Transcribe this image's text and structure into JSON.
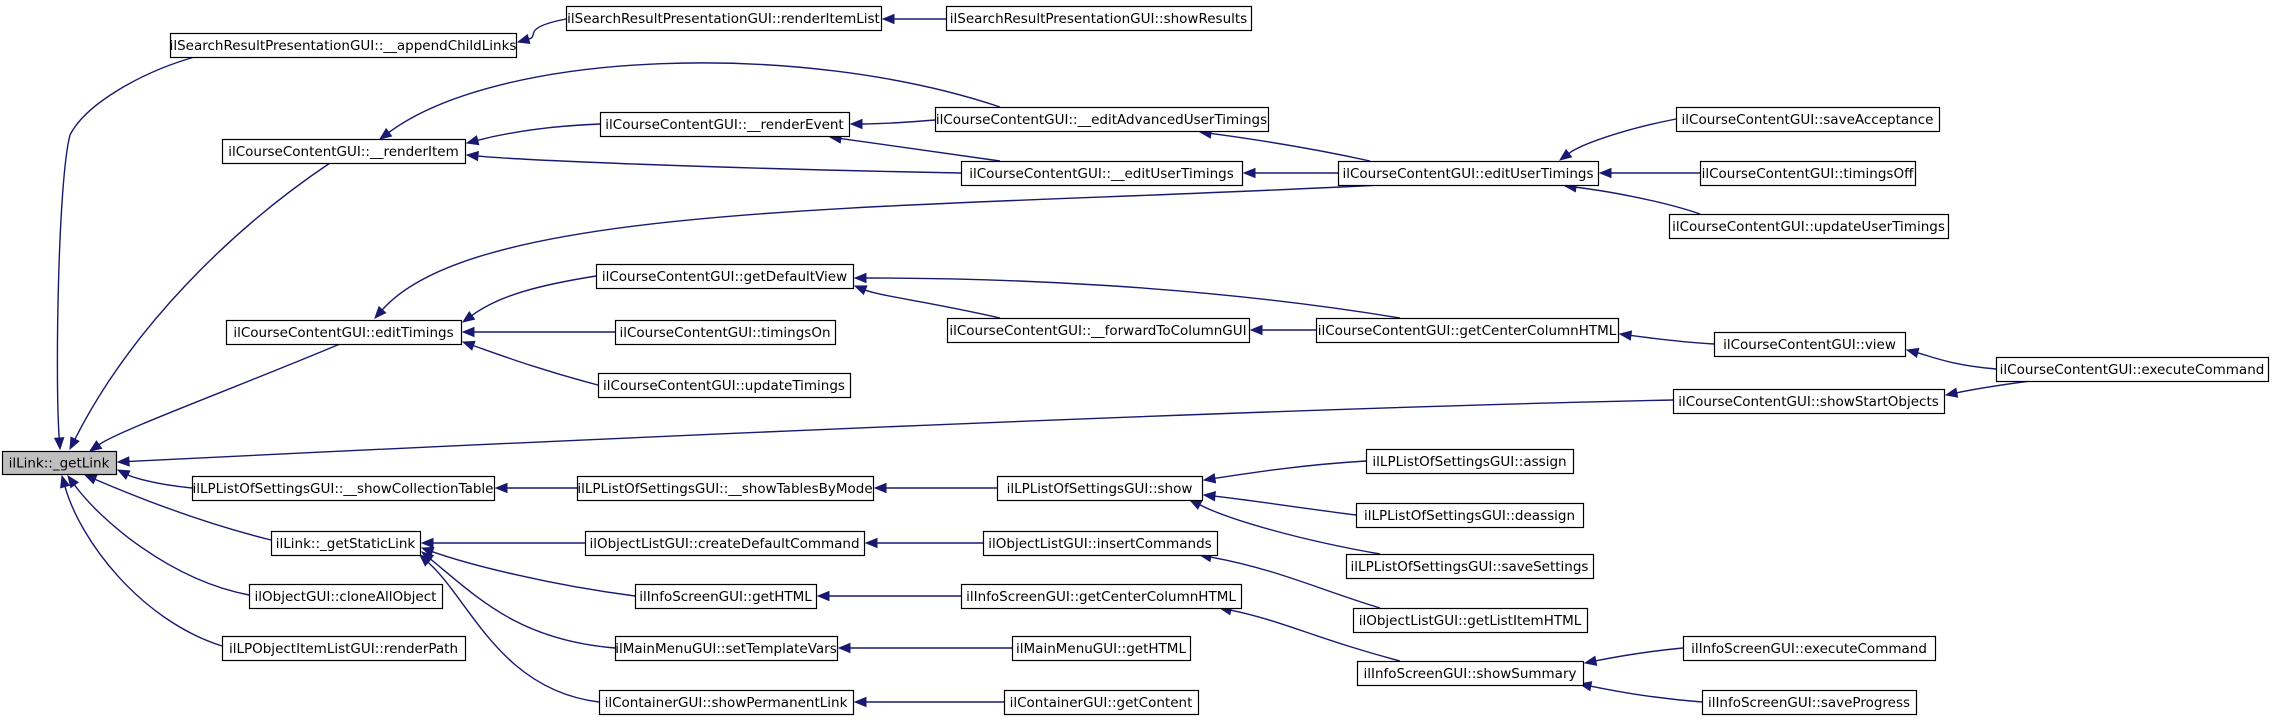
{
  "diagram": {
    "type": "call-graph",
    "colors": {
      "edge": "#191970",
      "node_border": "#000000",
      "node_fill": "#ffffff",
      "root_fill": "#bfbfbf"
    },
    "nodes": [
      {
        "id": "getLink",
        "label": "ilLink::_getLink"
      },
      {
        "id": "appendChildLinks",
        "label": "ilSearchResultPresentationGUI::__appendChildLinks"
      },
      {
        "id": "renderItemList",
        "label": "ilSearchResultPresentationGUI::renderItemList"
      },
      {
        "id": "showResults",
        "label": "ilSearchResultPresentationGUI::showResults"
      },
      {
        "id": "renderItem",
        "label": "ilCourseContentGUI::__renderItem"
      },
      {
        "id": "renderEvent",
        "label": "ilCourseContentGUI::__renderEvent"
      },
      {
        "id": "editAdvancedUserTimings",
        "label": "ilCourseContentGUI::__editAdvancedUserTimings"
      },
      {
        "id": "editUserTimingsPriv",
        "label": "ilCourseContentGUI::__editUserTimings"
      },
      {
        "id": "editUserTimings",
        "label": "ilCourseContentGUI::editUserTimings"
      },
      {
        "id": "saveAcceptance",
        "label": "ilCourseContentGUI::saveAcceptance"
      },
      {
        "id": "timingsOff",
        "label": "ilCourseContentGUI::timingsOff"
      },
      {
        "id": "updateUserTimings",
        "label": "ilCourseContentGUI::updateUserTimings"
      },
      {
        "id": "editTimings",
        "label": "ilCourseContentGUI::editTimings"
      },
      {
        "id": "getDefaultView",
        "label": "ilCourseContentGUI::getDefaultView"
      },
      {
        "id": "timingsOn",
        "label": "ilCourseContentGUI::timingsOn"
      },
      {
        "id": "updateTimings",
        "label": "ilCourseContentGUI::updateTimings"
      },
      {
        "id": "forwardToColumnGUI",
        "label": "ilCourseContentGUI::__forwardToColumnGUI"
      },
      {
        "id": "getCenterColumnHTML",
        "label": "ilCourseContentGUI::getCenterColumnHTML"
      },
      {
        "id": "view",
        "label": "ilCourseContentGUI::view"
      },
      {
        "id": "executeCommand",
        "label": "ilCourseContentGUI::executeCommand"
      },
      {
        "id": "showStartObjects",
        "label": "ilCourseContentGUI::showStartObjects"
      },
      {
        "id": "showCollectionTable",
        "label": "ilLPListOfSettingsGUI::__showCollectionTable"
      },
      {
        "id": "showTablesByMode",
        "label": "ilLPListOfSettingsGUI::__showTablesByMode"
      },
      {
        "id": "lpShow",
        "label": "ilLPListOfSettingsGUI::show"
      },
      {
        "id": "lpAssign",
        "label": "ilLPListOfSettingsGUI::assign"
      },
      {
        "id": "lpDeassign",
        "label": "ilLPListOfSettingsGUI::deassign"
      },
      {
        "id": "lpSaveSettings",
        "label": "ilLPListOfSettingsGUI::saveSettings"
      },
      {
        "id": "getStaticLink",
        "label": "ilLink::_getStaticLink"
      },
      {
        "id": "createDefaultCommand",
        "label": "ilObjectListGUI::createDefaultCommand"
      },
      {
        "id": "insertCommands",
        "label": "ilObjectListGUI::insertCommands"
      },
      {
        "id": "getListItemHTML",
        "label": "ilObjectListGUI::getListItemHTML"
      },
      {
        "id": "infoGetHTML",
        "label": "ilInfoScreenGUI::getHTML"
      },
      {
        "id": "infoGetCenterColumnHTML",
        "label": "ilInfoScreenGUI::getCenterColumnHTML"
      },
      {
        "id": "showSummary",
        "label": "ilInfoScreenGUI::showSummary"
      },
      {
        "id": "infoExecuteCommand",
        "label": "ilInfoScreenGUI::executeCommand"
      },
      {
        "id": "saveProgress",
        "label": "ilInfoScreenGUI::saveProgress"
      },
      {
        "id": "setTemplateVars",
        "label": "ilMainMenuGUI::setTemplateVars"
      },
      {
        "id": "mainMenuGetHTML",
        "label": "ilMainMenuGUI::getHTML"
      },
      {
        "id": "showPermanentLink",
        "label": "ilContainerGUI::showPermanentLink"
      },
      {
        "id": "getContent",
        "label": "ilContainerGUI::getContent"
      },
      {
        "id": "cloneAllObject",
        "label": "ilObjectGUI::cloneAllObject"
      },
      {
        "id": "renderPath",
        "label": "ilLPObjectItemListGUI::renderPath"
      }
    ],
    "edges": [
      {
        "from": "appendChildLinks",
        "to": "getLink"
      },
      {
        "from": "renderItem",
        "to": "getLink"
      },
      {
        "from": "editTimings",
        "to": "getLink"
      },
      {
        "from": "showStartObjects",
        "to": "getLink"
      },
      {
        "from": "showCollectionTable",
        "to": "getLink"
      },
      {
        "from": "getStaticLink",
        "to": "getLink"
      },
      {
        "from": "cloneAllObject",
        "to": "getLink"
      },
      {
        "from": "renderPath",
        "to": "getLink"
      },
      {
        "from": "renderItemList",
        "to": "appendChildLinks"
      },
      {
        "from": "showResults",
        "to": "renderItemList"
      },
      {
        "from": "renderEvent",
        "to": "renderItem"
      },
      {
        "from": "editAdvancedUserTimings",
        "to": "renderItem"
      },
      {
        "from": "editUserTimingsPriv",
        "to": "renderItem"
      },
      {
        "from": "editAdvancedUserTimings",
        "to": "renderEvent"
      },
      {
        "from": "editUserTimingsPriv",
        "to": "renderEvent"
      },
      {
        "from": "editUserTimings",
        "to": "editAdvancedUserTimings"
      },
      {
        "from": "editUserTimings",
        "to": "editUserTimingsPriv"
      },
      {
        "from": "saveAcceptance",
        "to": "editUserTimings"
      },
      {
        "from": "timingsOff",
        "to": "editUserTimings"
      },
      {
        "from": "updateUserTimings",
        "to": "editUserTimings"
      },
      {
        "from": "editUserTimings",
        "to": "editTimings"
      },
      {
        "from": "getDefaultView",
        "to": "editTimings"
      },
      {
        "from": "timingsOn",
        "to": "editTimings"
      },
      {
        "from": "updateTimings",
        "to": "editTimings"
      },
      {
        "from": "forwardToColumnGUI",
        "to": "getDefaultView"
      },
      {
        "from": "getCenterColumnHTML",
        "to": "getDefaultView"
      },
      {
        "from": "getCenterColumnHTML",
        "to": "forwardToColumnGUI"
      },
      {
        "from": "view",
        "to": "getCenterColumnHTML"
      },
      {
        "from": "executeCommand",
        "to": "view"
      },
      {
        "from": "executeCommand",
        "to": "showStartObjects"
      },
      {
        "from": "showTablesByMode",
        "to": "showCollectionTable"
      },
      {
        "from": "lpShow",
        "to": "showTablesByMode"
      },
      {
        "from": "lpAssign",
        "to": "lpShow"
      },
      {
        "from": "lpDeassign",
        "to": "lpShow"
      },
      {
        "from": "lpSaveSettings",
        "to": "lpShow"
      },
      {
        "from": "createDefaultCommand",
        "to": "getStaticLink"
      },
      {
        "from": "infoGetHTML",
        "to": "getStaticLink"
      },
      {
        "from": "setTemplateVars",
        "to": "getStaticLink"
      },
      {
        "from": "showPermanentLink",
        "to": "getStaticLink"
      },
      {
        "from": "insertCommands",
        "to": "createDefaultCommand"
      },
      {
        "from": "getListItemHTML",
        "to": "insertCommands"
      },
      {
        "from": "infoGetCenterColumnHTML",
        "to": "infoGetHTML"
      },
      {
        "from": "showSummary",
        "to": "infoGetCenterColumnHTML"
      },
      {
        "from": "infoExecuteCommand",
        "to": "showSummary"
      },
      {
        "from": "saveProgress",
        "to": "showSummary"
      },
      {
        "from": "mainMenuGetHTML",
        "to": "setTemplateVars"
      },
      {
        "from": "getContent",
        "to": "showPermanentLink"
      }
    ]
  }
}
